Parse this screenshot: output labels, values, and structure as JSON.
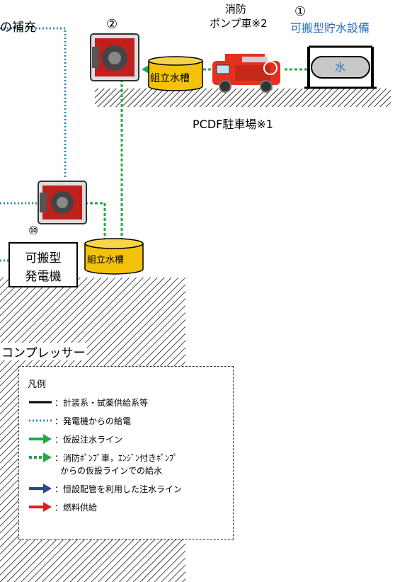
{
  "labels": {
    "supply_fragment": "の補充",
    "num2": "②",
    "fire_truck_line1": "消防",
    "fire_truck_line2": "ポンプ車※2",
    "num1": "①",
    "portable_tank": "可搬型貯水設備",
    "tank_water": "水",
    "assembled_tank_top": "組立水槽",
    "pcdf_parking": "PCDF駐車場※1",
    "num10": "⑩",
    "generator_line1": "可搬型",
    "generator_line2": "発電機",
    "assembled_tank_bottom": "組立水槽",
    "compressor": "コンプレッサー"
  },
  "legend": {
    "title": "凡例",
    "items": [
      {
        "label": "：計装系・試薬供給系等",
        "style": "solid-black"
      },
      {
        "label": "：発電機からの給電",
        "style": "dotted-blue"
      },
      {
        "label": "：仮設注水ライン",
        "style": "arrow-green"
      },
      {
        "label": "：消防ﾎﾟﾝﾌﾟ車，ｴﾝｼﾞﾝ付きﾎﾟﾝﾌﾟ",
        "style": "arrow-green-dashed"
      },
      {
        "label": "からの仮設ラインでの給水",
        "style": "continuation"
      },
      {
        "label": "：恒設配管を利用した注水ライン",
        "style": "arrow-navy"
      },
      {
        "label": "：燃料供給",
        "style": "arrow-red"
      }
    ]
  },
  "colors": {
    "green": "#22aa44",
    "dotted_blue": "#2f8fb0",
    "navy": "#2b4a8a",
    "red": "#e02020",
    "tank_yellow": "#f4c20d",
    "portable_tank_label": "#1f6fc0"
  }
}
